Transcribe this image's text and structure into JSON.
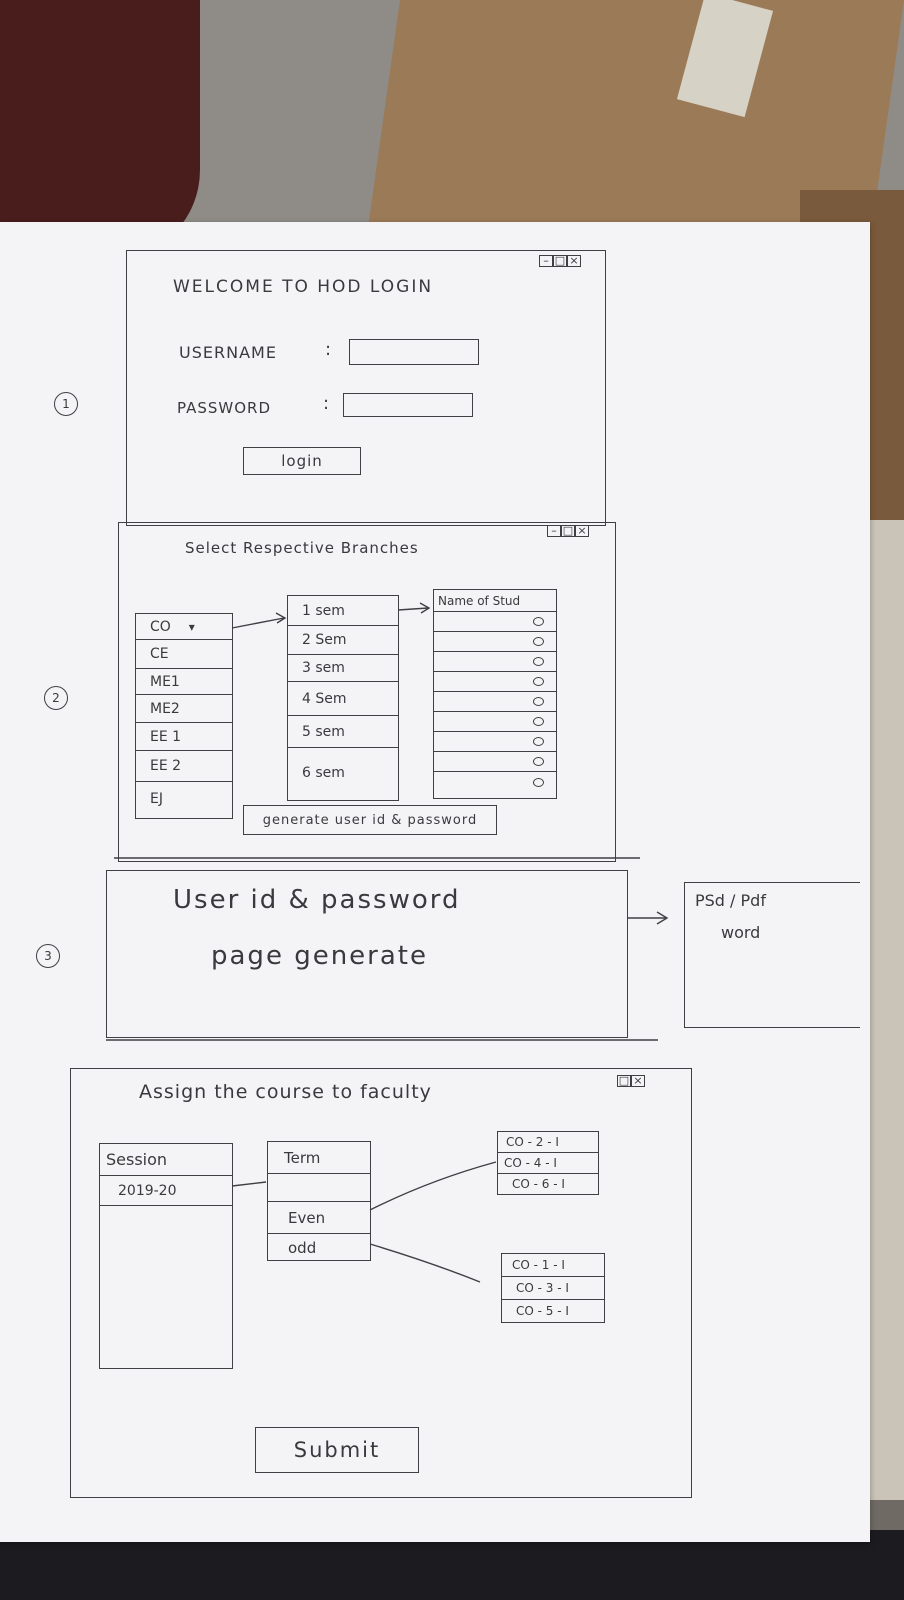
{
  "screen1": {
    "number": "1",
    "title": "WELCOME TO   HOD LOGIN",
    "window_controls": [
      "–",
      "□",
      "×"
    ],
    "username_label": "USERNAME",
    "password_label": "PASSWORD",
    "colon": ":",
    "username_value": "",
    "password_value": "",
    "login_button": "login"
  },
  "screen2": {
    "number": "2",
    "title": "Select  Respective   Branches",
    "window_controls": [
      "–",
      "□",
      "×"
    ],
    "branches": [
      "CO",
      "CE",
      "ME1",
      "ME2",
      "EE 1",
      "EE 2",
      "EJ"
    ],
    "branch_selected_marker": "▾",
    "semesters": [
      "1 sem",
      "2 Sem",
      "3 sem",
      "4 Sem",
      "5 sem",
      "6 sem"
    ],
    "students_header": "Name of Stud",
    "student_rows": 9,
    "generate_button": "generate user id & password"
  },
  "screen3": {
    "number": "3",
    "line1": "User id  &  password",
    "line2": "page  generate",
    "side_note_line1": "PSd / Pdf",
    "side_note_line2": "word"
  },
  "screen4": {
    "title": "Assign  the  course  to  faculty",
    "window_controls": [
      "□",
      "×"
    ],
    "session_header": "Session",
    "session_value": "2019-20",
    "term_header": "Term",
    "term_values": [
      "",
      "Even",
      "odd"
    ],
    "even_courses": [
      "CO - 2 - I",
      "CO - 4 - I",
      "CO - 6 - I"
    ],
    "odd_courses": [
      "CO - 1 - I",
      "CO - 3 - I",
      "CO - 5 - I"
    ],
    "submit_button": "Submit"
  }
}
